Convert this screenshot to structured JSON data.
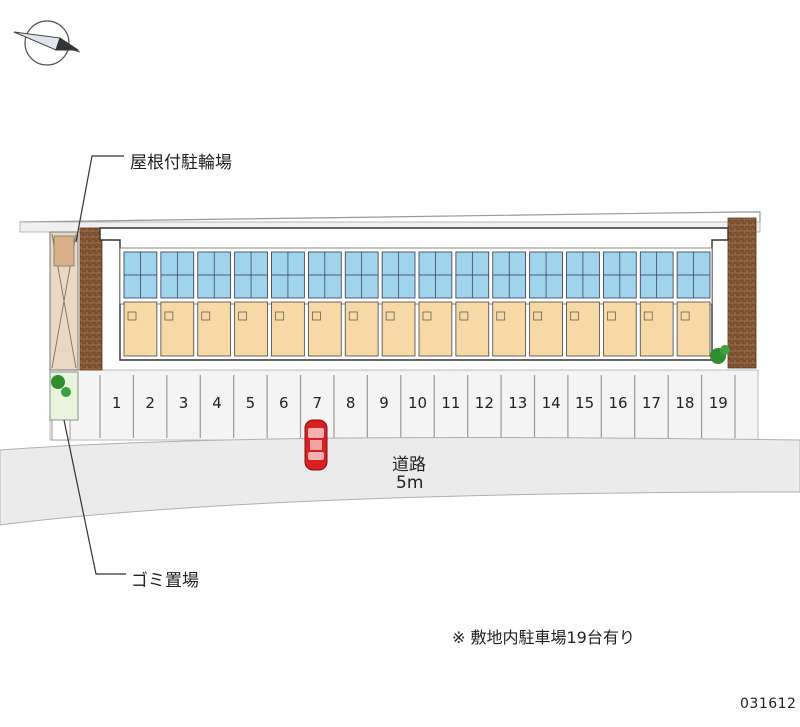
{
  "labels": {
    "bicycle_parking": "屋根付駐輪場",
    "garbage_area": "ゴミ置場",
    "road_name": "道路",
    "road_width": "5m",
    "footnote": "※ 敷地内駐車場19台有り",
    "map_id": "031612"
  },
  "parking_spaces": [
    "1",
    "2",
    "3",
    "4",
    "5",
    "6",
    "7",
    "8",
    "9",
    "10",
    "11",
    "12",
    "13",
    "14",
    "15",
    "16",
    "17",
    "18",
    "19"
  ],
  "building_units": 16,
  "colors": {
    "unit_floor": "#f7d9a6",
    "wet_area": "#9fd4ec",
    "brick": "#7a5030",
    "car": "#d92020",
    "road": "#ebebeb",
    "lot": "#f4f4f4",
    "greenery": "#2f8c2f"
  },
  "icons": {
    "compass": "north-arrow-icon",
    "car": "car-icon"
  }
}
